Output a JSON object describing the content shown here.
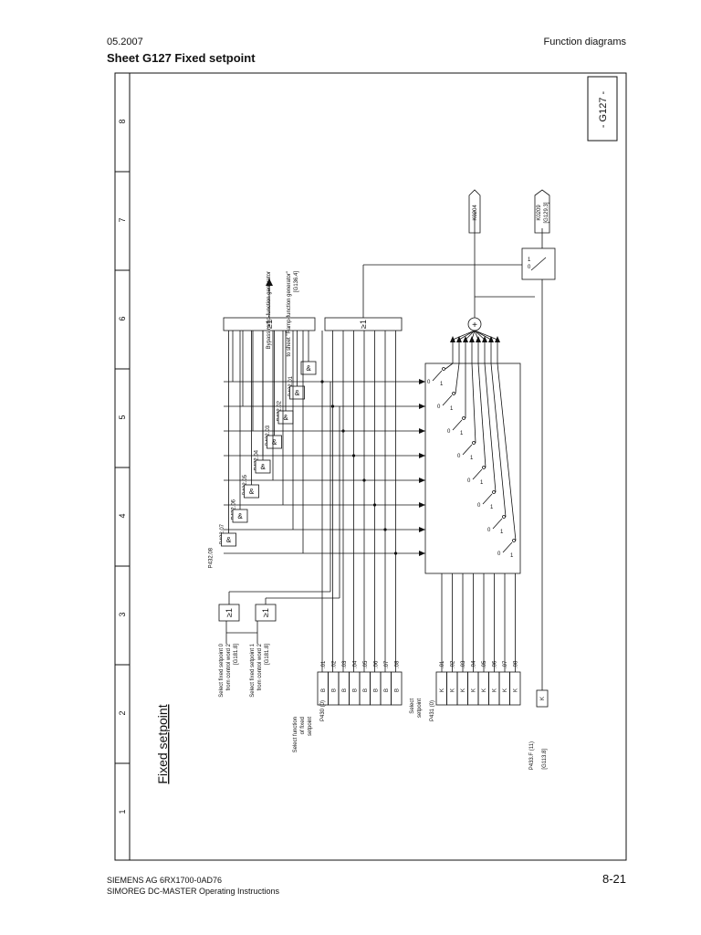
{
  "header": {
    "date": "05.2007",
    "section": "Function diagrams",
    "title": "Sheet G127  Fixed setpoint"
  },
  "footer": {
    "company": "SIEMENS AG    6RX1700-0AD76",
    "product": "SIMOREG DC-MASTER    Operating Instructions",
    "page": "8-21"
  },
  "diagram": {
    "sheet_label": "- G127 -",
    "heading": "Fixed setpoint",
    "columns": [
      "1",
      "2",
      "3",
      "4",
      "5",
      "6",
      "7",
      "8"
    ],
    "gates": {
      "or": "≥1",
      "and": "&",
      "sum": "+"
    },
    "ctrl_word_10": [
      "Select fixed setpoint 0",
      "from control word 2",
      "[G181.8]"
    ],
    "ctrl_word_11": [
      "Select fixed setpoint 1",
      "from control word 2",
      "[G181.8]"
    ],
    "function_select": {
      "title": [
        "Select function",
        "of fixed",
        "setpoint"
      ],
      "param": "P430 (0)",
      "cell": "B",
      "indices": [
        ".01",
        ".02",
        ".03",
        ".04",
        ".05",
        ".06",
        ".07",
        ".08"
      ]
    },
    "setpoint_select": {
      "title": [
        "Select",
        "setpoint"
      ],
      "param": "P431 (0)",
      "cell": "K",
      "indices": [
        ".01",
        ".02",
        ".03",
        ".04",
        ".05",
        ".06",
        ".07",
        ".08"
      ]
    },
    "p433": {
      "param": "P433.F (11)",
      "cell": "K",
      "ref": "[G113.8]"
    },
    "and_params": [
      "P432.01",
      "P432.02",
      "P432.03",
      "P432.04",
      "P432.05",
      "P432.06",
      "P432.07",
      "P432.08"
    ],
    "bypass": [
      "Bypass ramp-function generator",
      "to sheet \"Ramp-function generator\"",
      "[G136.4]"
    ],
    "outputs": {
      "k0204": "K0204",
      "k0209": "K0209",
      "k0209_ref": "[G129.3]"
    },
    "switch_labels": {
      "zero": "0",
      "one": "1"
    }
  }
}
